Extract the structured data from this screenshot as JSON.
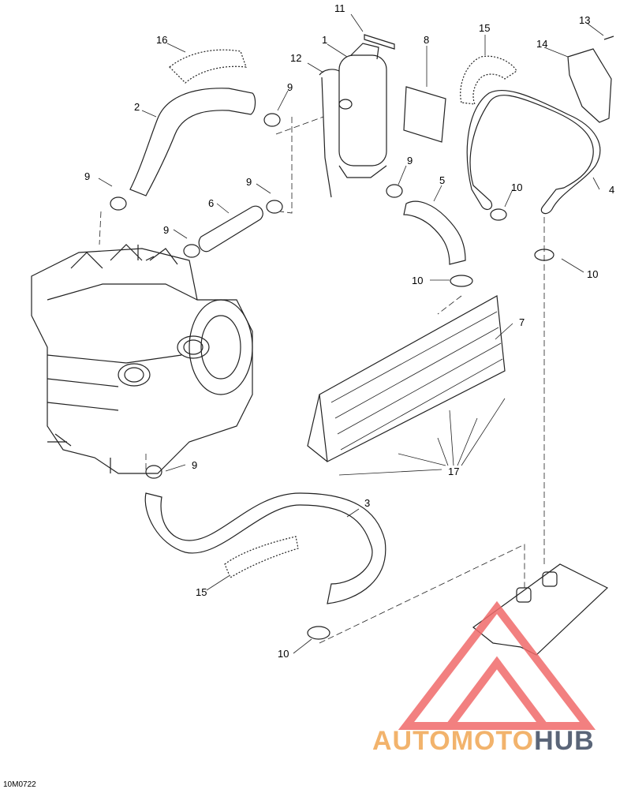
{
  "diagram": {
    "callouts": [
      "1",
      "2",
      "3",
      "4",
      "5",
      "6",
      "7",
      "8",
      "9",
      "10",
      "11",
      "12",
      "13",
      "14",
      "15",
      "16",
      "17"
    ],
    "drawing_code": "10M0722"
  },
  "watermark": {
    "text_part1": "AUTOMOTO",
    "text_part2": "HUB",
    "colors": {
      "logo": "#f06a6a",
      "text1": "#f2b36c",
      "text2": "#5a6578"
    }
  }
}
